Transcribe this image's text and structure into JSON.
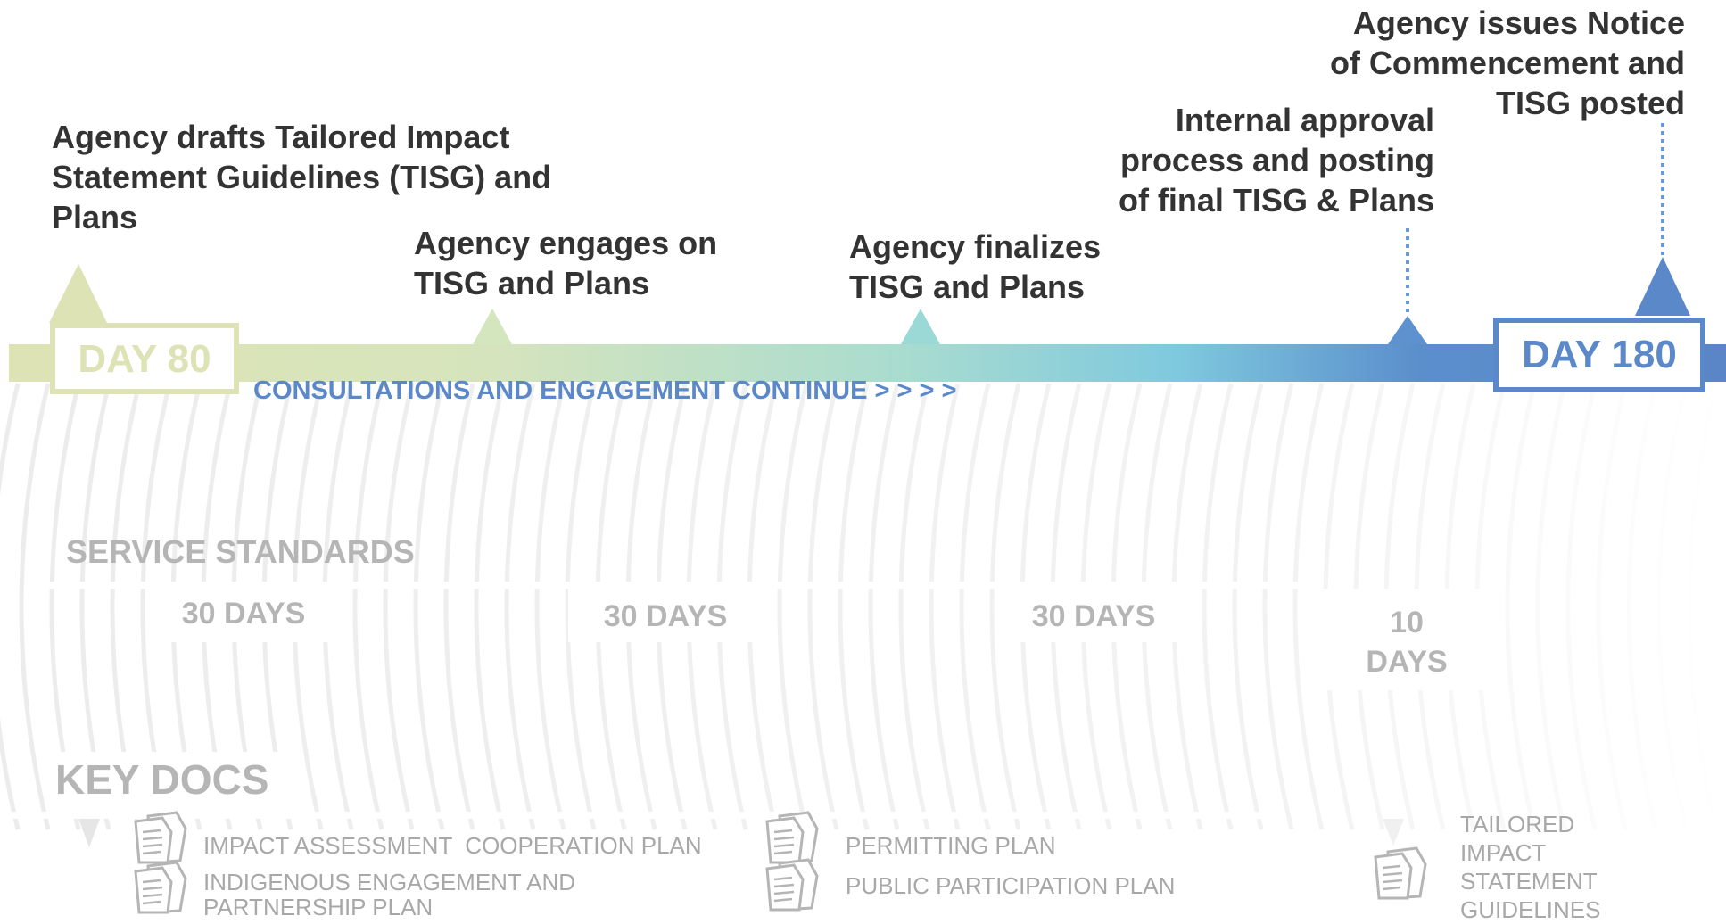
{
  "milestones": {
    "m1": {
      "line1": "Agency drafts Tailored Impact",
      "line2": "Statement Guidelines (TISG) and",
      "line3": "Plans"
    },
    "m2": {
      "line1": "Agency engages on",
      "line2": "TISG and Plans"
    },
    "m3": {
      "line1": "Agency finalizes",
      "line2": "TISG and Plans"
    },
    "m4": {
      "line1": "Internal approval",
      "line2": "process and posting",
      "line3": "of final TISG & Plans"
    },
    "m5": {
      "line1": "Agency issues Notice",
      "line2": "of Commencement and",
      "line3": "TISG posted"
    }
  },
  "timeline": {
    "start_label": "DAY 80",
    "end_label": "DAY 180",
    "consultation": "CONSULTATIONS AND ENGAGEMENT CONTINUE > > > >"
  },
  "service": {
    "title": "SERVICE STANDARDS",
    "periods": [
      {
        "line1": "30 DAYS"
      },
      {
        "line1": "30 DAYS"
      },
      {
        "line1": "30 DAYS"
      },
      {
        "line1": "10",
        "line2": "DAYS"
      }
    ]
  },
  "key_docs": {
    "title": "KEY DOCS",
    "group1": [
      "IMPACT ASSESSMENT  COOPERATION PLAN",
      "INDIGENOUS ENGAGEMENT AND",
      "PARTNERSHIP PLAN"
    ],
    "group2": [
      "PERMITTING PLAN",
      "PUBLIC PARTICIPATION PLAN"
    ],
    "group3": [
      "TAILORED",
      "IMPACT",
      "STATEMENT",
      "GUIDELINES"
    ]
  },
  "colors": {
    "start": "#dde3b4",
    "middle": "#8fd3df",
    "end": "#5b88c9",
    "milestone_text": "#333333",
    "muted_text": "#b5b5b5"
  },
  "icons": [
    "document-stack-icon"
  ]
}
